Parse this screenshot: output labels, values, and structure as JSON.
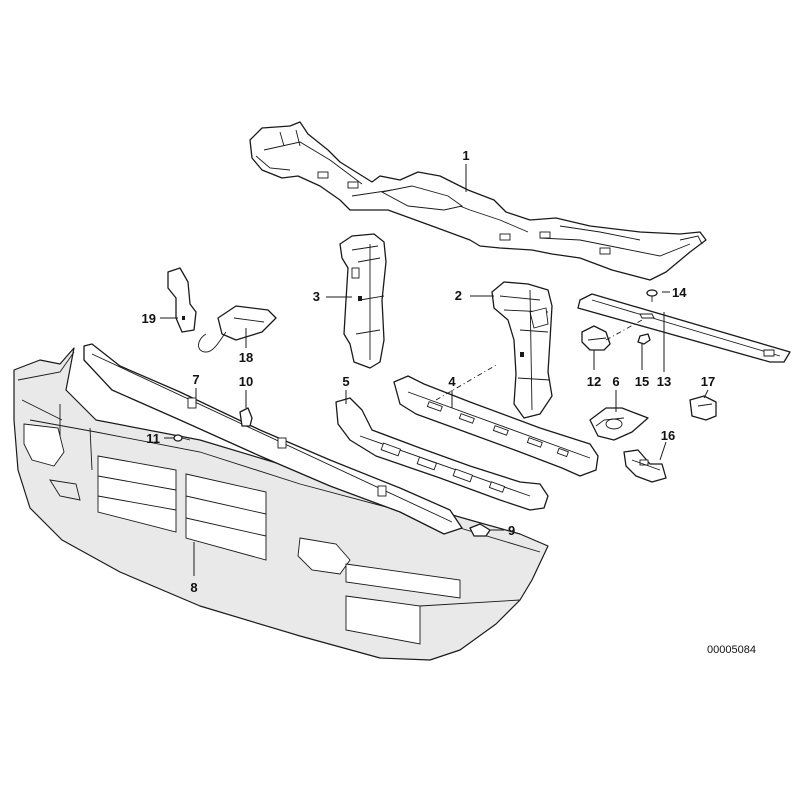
{
  "callouts": {
    "c1": "1",
    "c2": "2",
    "c3": "3",
    "c4": "4",
    "c5": "5",
    "c6": "6",
    "c7": "7",
    "c8": "8",
    "c9": "9",
    "c10": "10",
    "c11": "11",
    "c12": "12",
    "c13": "13",
    "c14": "14",
    "c15": "15",
    "c16": "16",
    "c17": "17",
    "c18": "18",
    "c19": "19"
  },
  "reference_number": "00005084"
}
